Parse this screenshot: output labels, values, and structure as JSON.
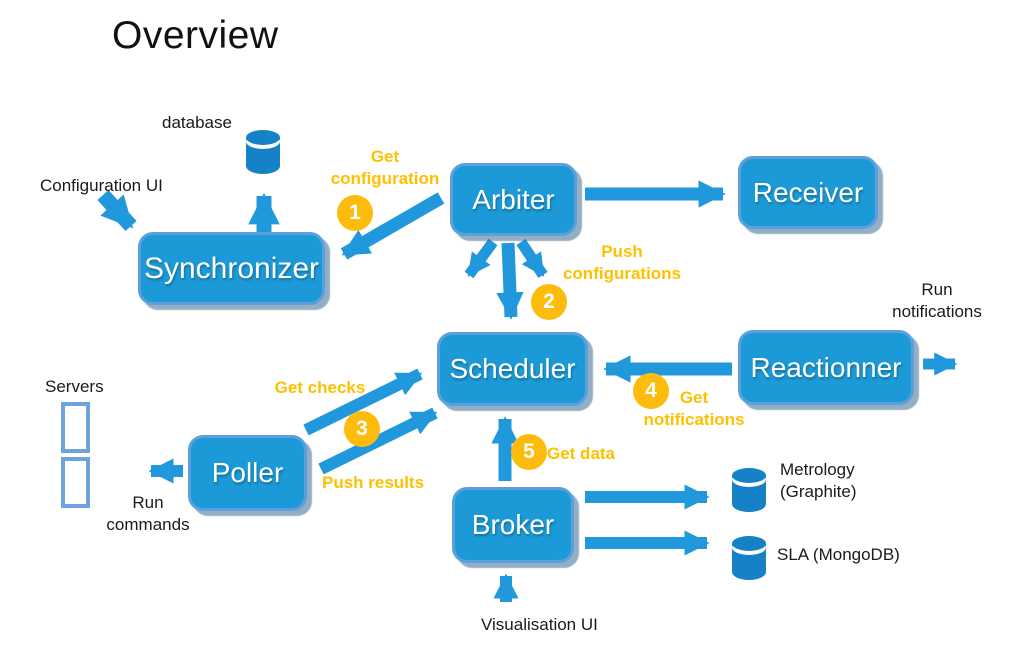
{
  "title": "Overview",
  "colors": {
    "node_fill": "#1b9ad7",
    "node_border": "#5ba0dc",
    "arrow_blue": "#2298dc",
    "accent_orange": "#ffc000",
    "cylinder_blue": "#1581c6",
    "server_outline": "#6fa3db"
  },
  "nodes": {
    "synchronizer": "Synchronizer",
    "arbiter": "Arbiter",
    "receiver": "Receiver",
    "scheduler": "Scheduler",
    "reactionner": "Reactionner",
    "poller": "Poller",
    "broker": "Broker"
  },
  "steps": {
    "s1": "1",
    "s2": "2",
    "s3": "3",
    "s4": "4",
    "s5": "5"
  },
  "flows": {
    "get_configuration": "Get configuration",
    "push_configurations": "Push configurations",
    "get_checks": "Get checks",
    "push_results": "Push results",
    "get_notifications": "Get notifications",
    "get_data": "Get data"
  },
  "labels": {
    "database": "database",
    "configuration_ui": "Configuration UI",
    "servers": "Servers",
    "run_commands": "Run commands",
    "run_notifications": "Run notifications",
    "visualisation_ui": "Visualisation UI",
    "metrology": "Metrology (Graphite)",
    "sla": "SLA (MongoDB)"
  },
  "edges": [
    {
      "from": "Synchronizer",
      "to": "database"
    },
    {
      "from": "Configuration UI",
      "to": "Synchronizer"
    },
    {
      "from": "Arbiter",
      "to": "Synchronizer",
      "label": "Get configuration",
      "step": "1"
    },
    {
      "from": "Arbiter",
      "to": "Receiver"
    },
    {
      "from": "Arbiter",
      "to": "Scheduler",
      "label": "Push configurations",
      "step": "2"
    },
    {
      "from": "Poller",
      "to": "Scheduler",
      "label": "Get checks / Push results",
      "step": "3"
    },
    {
      "from": "Poller",
      "to": "Servers",
      "label": "Run commands"
    },
    {
      "from": "Reactionner",
      "to": "Scheduler",
      "label": "Get notifications",
      "step": "4"
    },
    {
      "from": "Reactionner",
      "to": "out",
      "label": "Run notifications"
    },
    {
      "from": "Broker",
      "to": "Scheduler",
      "label": "Get data",
      "step": "5"
    },
    {
      "from": "Broker",
      "to": "Metrology (Graphite)"
    },
    {
      "from": "Broker",
      "to": "SLA (MongoDB)"
    },
    {
      "from": "Visualisation UI",
      "to": "Broker"
    }
  ]
}
